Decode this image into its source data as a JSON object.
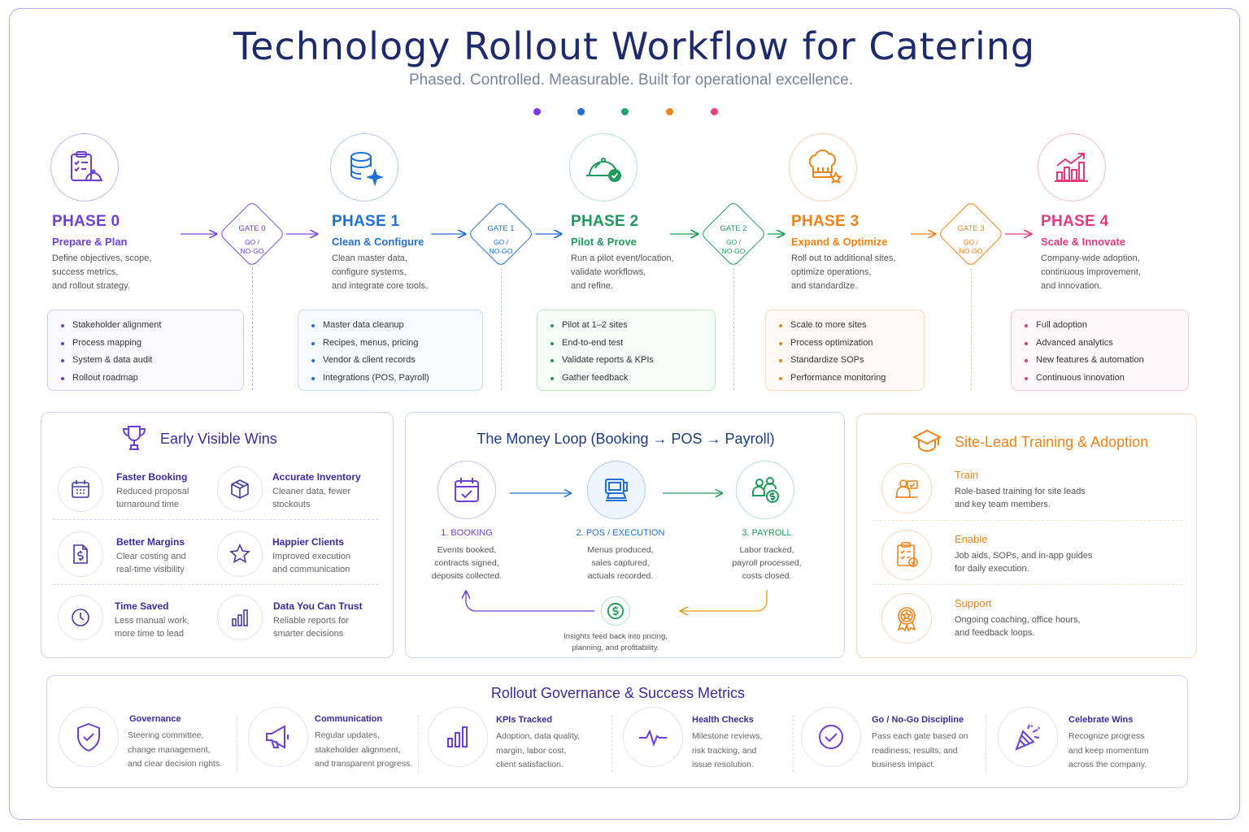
{
  "title": "Technology Rollout Workflow for Catering",
  "subtitle": "Phased. Controlled. Measurable. Built for operational excellence.",
  "dot_colors": [
    "#7c3aed",
    "#1f6fd6",
    "#22a565",
    "#f0821c",
    "#ec3f7e"
  ],
  "phases": [
    {
      "title": "PHASE 0",
      "sub": "Prepare & Plan",
      "icon": "clipboard-cloche-icon",
      "color": "#6d3fd8",
      "desc": [
        "Define objectives, scope,",
        "success metrics,",
        "and rollout strategy."
      ],
      "items": [
        "Stakeholder alignment",
        "Process mapping",
        "System & data audit",
        "Rollout roadmap"
      ]
    },
    {
      "title": "PHASE 1",
      "sub": "Clean & Configure",
      "icon": "database-sparkle-icon",
      "color": "#1f6fd6",
      "desc": [
        "Clean master data,",
        "configure systems,",
        "and integrate core tools."
      ],
      "items": [
        "Master data cleanup",
        "Recipes, menus, pricing",
        "Vendor & client records",
        "Integrations (POS, Payroll)"
      ]
    },
    {
      "title": "PHASE 2",
      "sub": "Pilot & Prove",
      "icon": "cloche-check-icon",
      "color": "#1e9a5a",
      "desc": [
        "Run a pilot event/location,",
        "validate workflows,",
        "and refine."
      ],
      "items": [
        "Pilot at 1–2 sites",
        "End-to-end test",
        "Validate reports & KPIs",
        "Gather feedback"
      ]
    },
    {
      "title": "PHASE 3",
      "sub": "Expand & Optimize",
      "icon": "chef-hat-star-icon",
      "color": "#ef8218",
      "desc": [
        "Roll out to additional sites,",
        "optimize operations,",
        "and standardize."
      ],
      "items": [
        "Scale to more sites",
        "Process optimization",
        "Standardize SOPs",
        "Performance monitoring"
      ]
    },
    {
      "title": "PHASE 4",
      "sub": "Scale & Innovate",
      "icon": "growth-chart-icon",
      "color": "#e63a78",
      "desc": [
        "Company-wide adoption,",
        "continuous improvement,",
        "and innovation."
      ],
      "items": [
        "Full adoption",
        "Advanced analytics",
        "New features & automation",
        "Continuous innovation"
      ]
    }
  ],
  "gates": [
    {
      "label": "GATE 0",
      "go": "GO /",
      "nogo": "NO-GO"
    },
    {
      "label": "GATE 1",
      "go": "GO /",
      "nogo": "NO-GO"
    },
    {
      "label": "GATE 2",
      "go": "GO /",
      "nogo": "NO-GO"
    },
    {
      "label": "GATE 3",
      "go": "GO /",
      "nogo": "NO-GO"
    }
  ],
  "wins": {
    "title": "Early Visible Wins",
    "items": [
      {
        "title": "Faster Booking",
        "desc": [
          "Reduced proposal",
          "turnaround time"
        ],
        "icon": "calendar-icon"
      },
      {
        "title": "Accurate Inventory",
        "desc": [
          "Cleaner data, fewer",
          "stockouts"
        ],
        "icon": "box-icon"
      },
      {
        "title": "Better Margins",
        "desc": [
          "Clear costing and",
          "real-time visibility"
        ],
        "icon": "dollar-document-icon"
      },
      {
        "title": "Happier Clients",
        "desc": [
          "Improved execution",
          "and communication"
        ],
        "icon": "star-icon"
      },
      {
        "title": "Time Saved",
        "desc": [
          "Less manual work,",
          "more time to lead"
        ],
        "icon": "clock-icon"
      },
      {
        "title": "Data You Can Trust",
        "desc": [
          "Reliable reports for",
          "smarter decisions"
        ],
        "icon": "bar-chart-icon"
      }
    ]
  },
  "money_loop": {
    "title": "The Money Loop (Booking → POS → Payroll)",
    "steps": [
      {
        "title": "1. BOOKING",
        "desc": [
          "Events booked,",
          "contracts signed,",
          "deposits collected."
        ],
        "icon": "calendar-check-icon",
        "color": "#6d3fd8"
      },
      {
        "title": "2. POS / EXECUTION",
        "desc": [
          "Menus produced,",
          "sales captured,",
          "actuals recorded."
        ],
        "icon": "pos-terminal-icon",
        "color": "#1f6fd6"
      },
      {
        "title": "3. PAYROLL",
        "desc": [
          "Labor tracked,",
          "payroll processed,",
          "costs closed."
        ],
        "icon": "team-dollar-icon",
        "color": "#1e9a5a"
      }
    ],
    "feedback": [
      "Insights feed back into pricing,",
      "planning, and profitability."
    ]
  },
  "training": {
    "title": "Site-Lead Training & Adoption",
    "items": [
      {
        "title": "Train",
        "desc": [
          "Role-based training for site leads",
          "and key team members."
        ],
        "icon": "trainer-icon"
      },
      {
        "title": "Enable",
        "desc": [
          "Job aids, SOPs, and in-app guides",
          "for daily execution."
        ],
        "icon": "checklist-clipboard-icon"
      },
      {
        "title": "Support",
        "desc": [
          "Ongoing coaching, office hours,",
          "and feedback loops."
        ],
        "icon": "award-badge-icon"
      }
    ]
  },
  "governance": {
    "title": "Rollout Governance & Success Metrics",
    "items": [
      {
        "title": "Governance",
        "desc": [
          "Steering committee,",
          "change management,",
          "and clear decision rights."
        ],
        "icon": "shield-check-icon"
      },
      {
        "title": "Communication",
        "desc": [
          "Regular updates,",
          "stakeholder alignment,",
          "and transparent progress."
        ],
        "icon": "megaphone-icon"
      },
      {
        "title": "KPIs Tracked",
        "desc": [
          "Adoption, data quality,",
          "margin, labor cost,",
          "client satisfaction."
        ],
        "icon": "bar-chart-icon"
      },
      {
        "title": "Health Checks",
        "desc": [
          "Milestone reviews,",
          "risk tracking, and",
          "issue resolution."
        ],
        "icon": "pulse-icon"
      },
      {
        "title": "Go / No-Go Discipline",
        "desc": [
          "Pass each gate based on",
          "readiness, results, and",
          "business impact."
        ],
        "icon": "check-circle-icon"
      },
      {
        "title": "Celebrate Wins",
        "desc": [
          "Recognize progress",
          "and keep momentum",
          "across the company."
        ],
        "icon": "party-popper-icon"
      }
    ]
  }
}
